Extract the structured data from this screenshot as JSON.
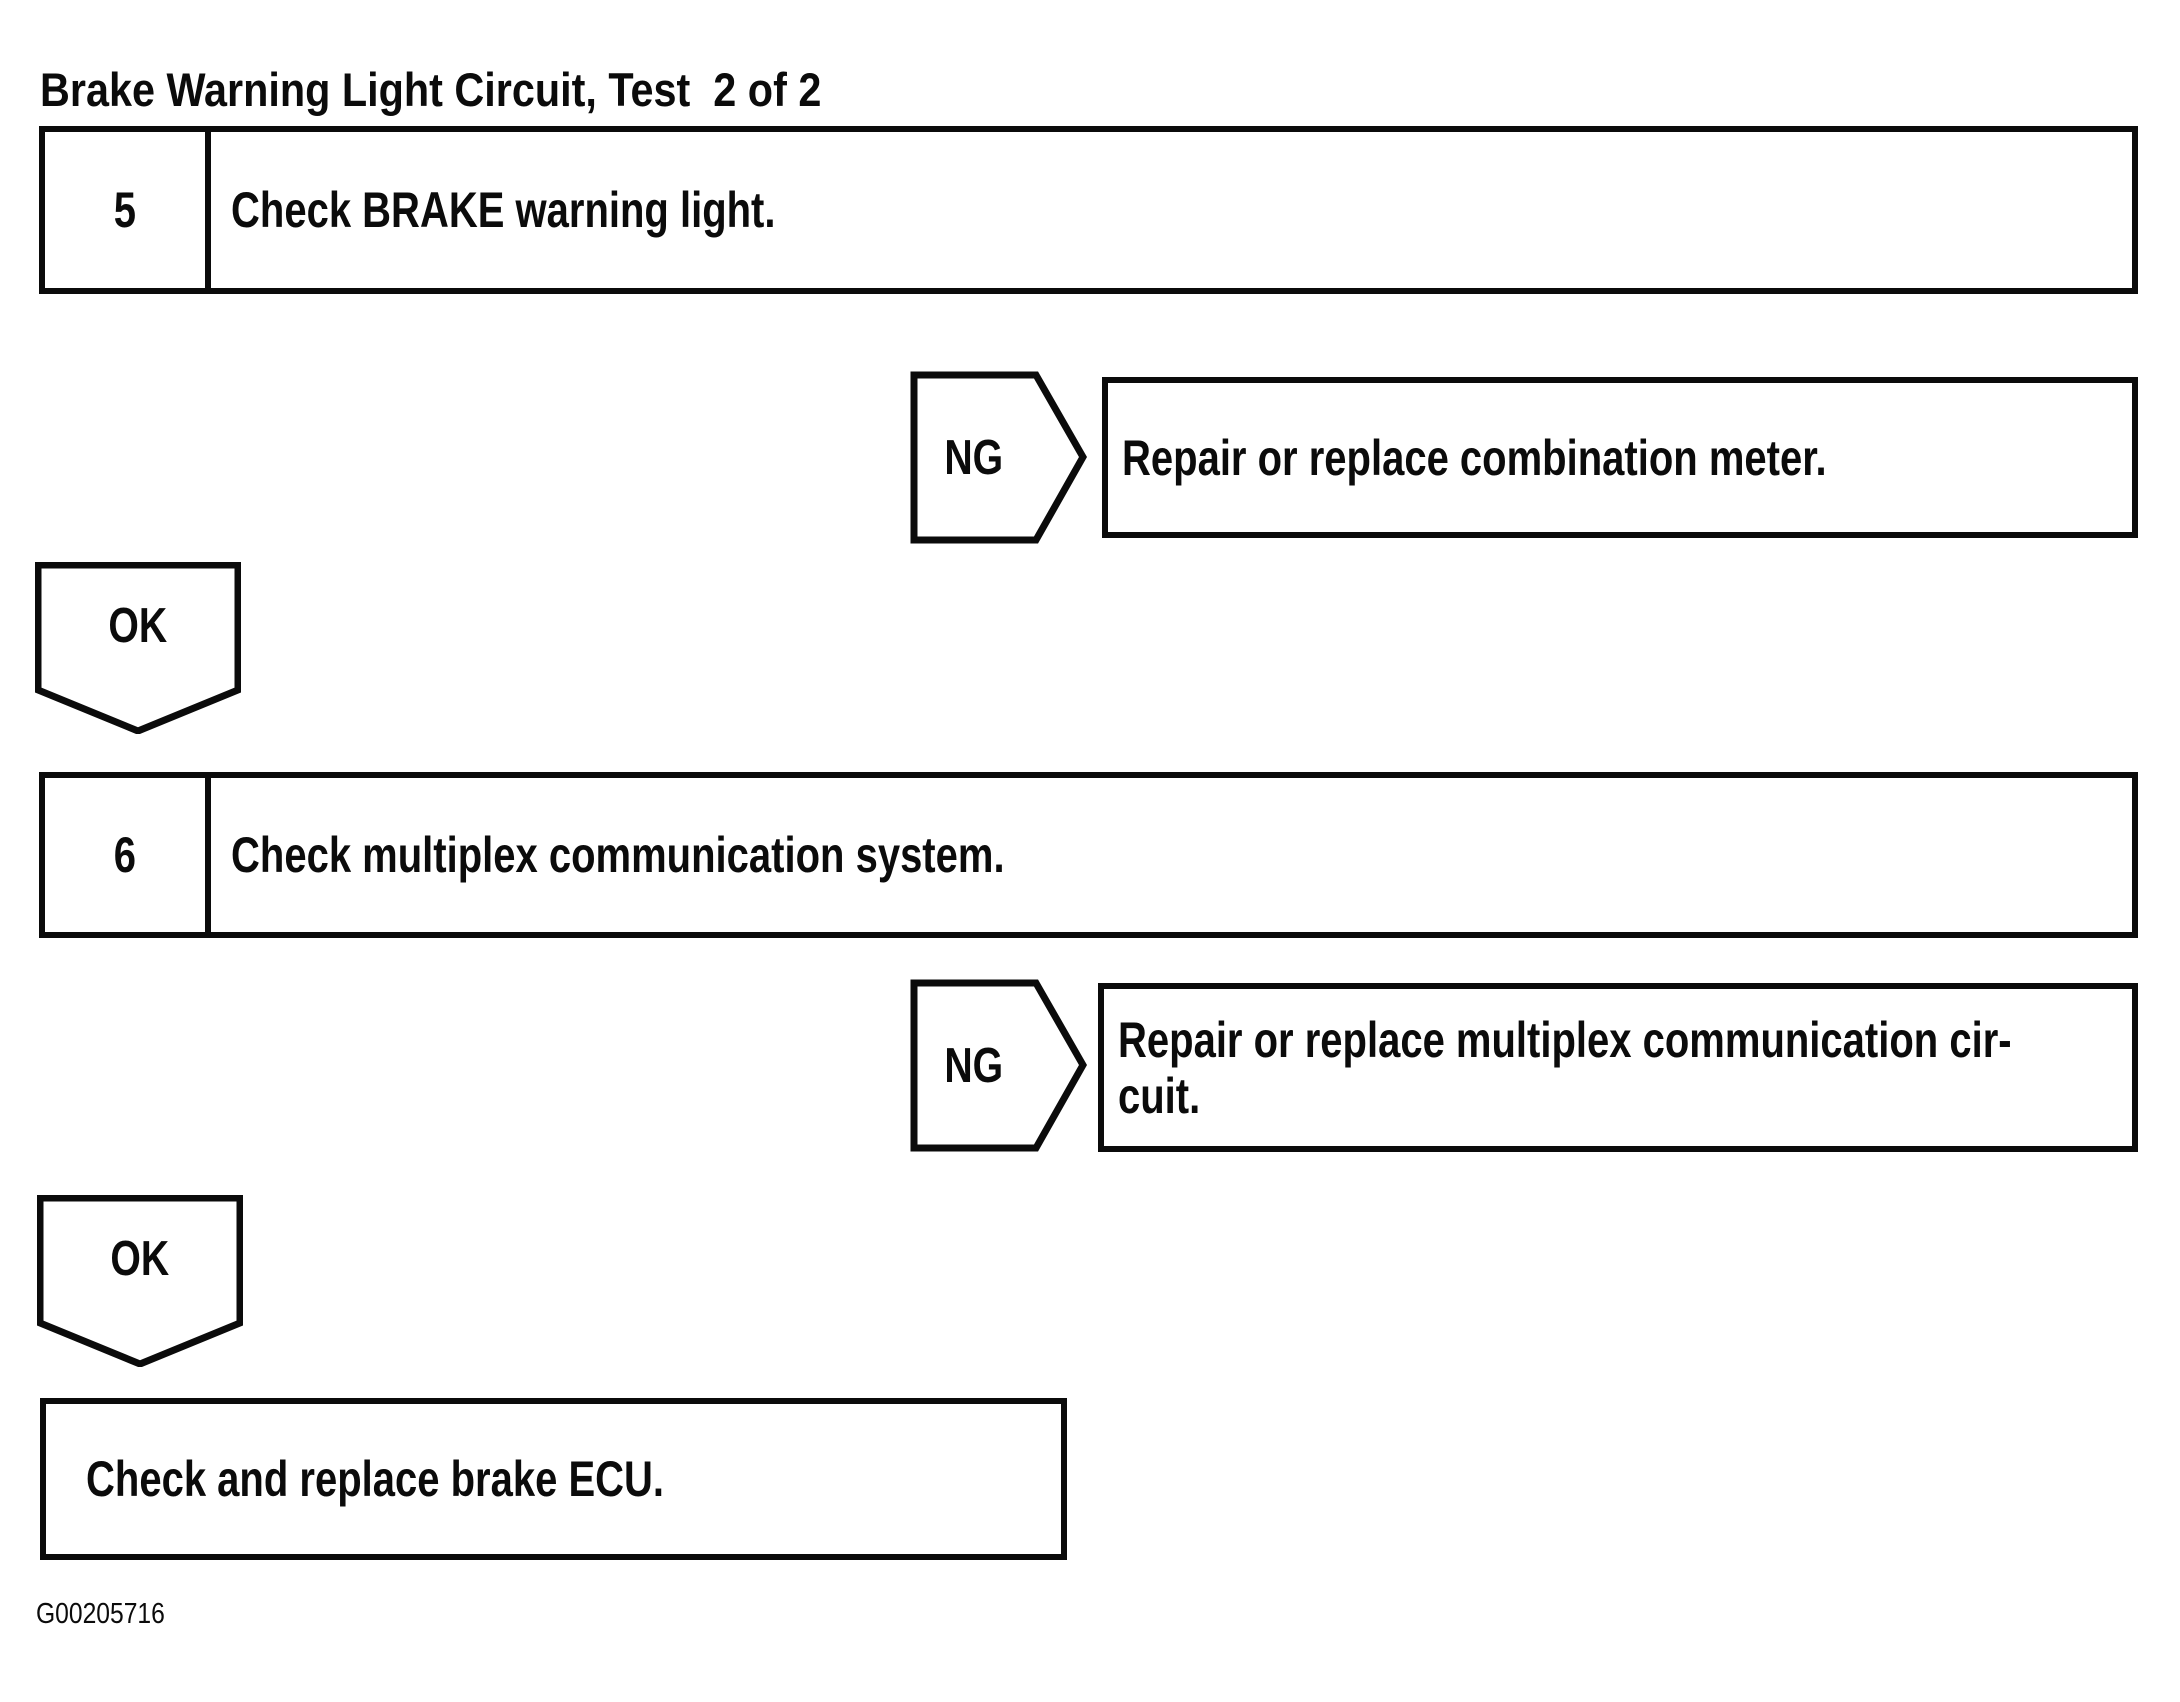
{
  "title": "Brake Warning Light Circuit, Test  2 of 2",
  "steps": [
    {
      "number": "5",
      "label": "Check BRAKE warning light."
    },
    {
      "number": "6",
      "label": "Check multiplex communication system."
    }
  ],
  "labels": {
    "ng": "NG",
    "ok": "OK"
  },
  "results": [
    {
      "lines": [
        "Repair or replace combination meter."
      ]
    },
    {
      "lines": [
        "Repair or replace multiplex communication cir-",
        "cuit."
      ]
    }
  ],
  "final_action": "Check and replace brake ECU.",
  "figure_code": "G00205716",
  "colors": {
    "ink": "#0b0b0b",
    "paper": "#ffffff"
  }
}
